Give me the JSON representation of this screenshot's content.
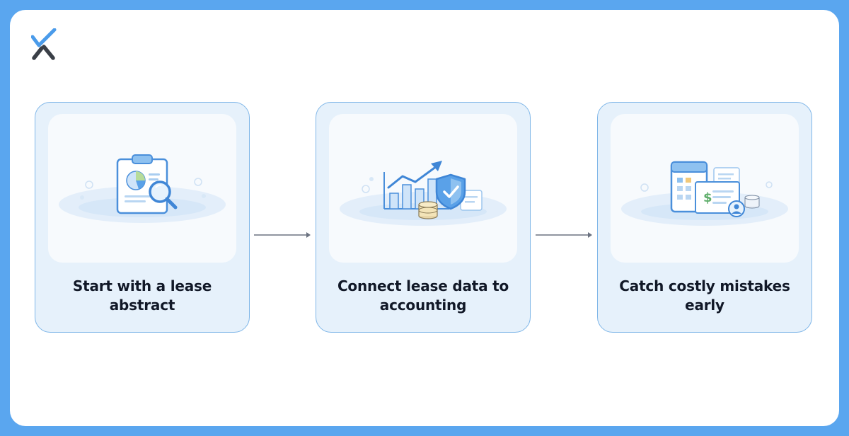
{
  "brand": {
    "logo_icon": "check-x-logo-icon",
    "accent_color": "#4a9bea",
    "dark_color": "#3a3f47"
  },
  "steps": [
    {
      "label": "Start with a lease abstract",
      "illustration_icon": "clipboard-chart-magnifier-icon"
    },
    {
      "label": "Connect lease data to accounting",
      "illustration_icon": "growth-chart-shield-coins-icon"
    },
    {
      "label": "Catch costly mistakes early",
      "illustration_icon": "calculator-invoice-user-icon"
    }
  ],
  "connectors": [
    {
      "from": 1,
      "to": 2,
      "icon": "arrow-right-icon"
    },
    {
      "from": 2,
      "to": 3,
      "icon": "arrow-right-icon"
    }
  ],
  "colors": {
    "page_background": "#5aa6ef",
    "card_background": "#e6f1fb",
    "card_border": "#7fb6e8",
    "text": "#111827"
  }
}
